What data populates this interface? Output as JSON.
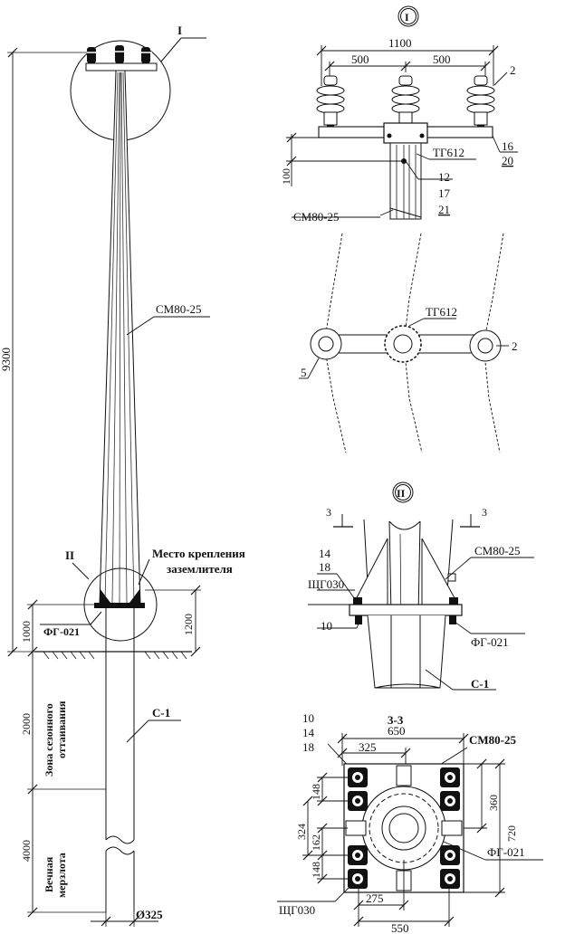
{
  "pole": {
    "total_height": "9300",
    "callout_1": "I",
    "callout_2": "II",
    "pole_mark": "СМ80-25",
    "ground_marker": "С-1",
    "grounding_place_line1": "Место крепления",
    "grounding_place_line2": "заземлителя",
    "flange_mark": "ФГ-021",
    "dim_1200": "1200",
    "dim_1000": "1000",
    "dim_2000": "2000",
    "dim_4000": "4000",
    "zone_thaw_line1": "Зона сезонного",
    "zone_thaw_line2": "оттаивания",
    "zone_perm_line1": "Вечная",
    "zone_perm_line2": "мерзлота",
    "diameter": "Ø325"
  },
  "detail_1": {
    "title": "I",
    "dim_total": "1100",
    "dim_left": "500",
    "dim_right": "500",
    "dim_100": "100",
    "pos_2": "2",
    "pos_16": "16",
    "pos_20": "20",
    "bracket": "ТГ612",
    "pos_12": "12",
    "pos_17": "17",
    "pos_21": "21",
    "pole_mark": "СМ80-25"
  },
  "plan_view": {
    "bracket": "ТГ612",
    "pos_5": "5",
    "pos_2": "2"
  },
  "detail_2": {
    "title": "II",
    "section_mark": "3",
    "pos_14": "14",
    "pos_18": "18",
    "plate": "ЩГ030",
    "pos_10": "10",
    "pole_mark": "СМ80-25",
    "flange_mark": "ФГ-021",
    "base_mark": "С-1"
  },
  "section_33": {
    "title": "3-3",
    "pos_10": "10",
    "pos_14": "14",
    "pos_18": "18",
    "dim_650": "650",
    "dim_325": "325",
    "pole_mark": "СМ80-25",
    "dim_148a": "148",
    "dim_360": "360",
    "dim_324": "324",
    "dim_162": "162",
    "dim_720": "720",
    "dim_148b": "148",
    "flange_mark": "ФГ-021",
    "plate": "ЩГ030",
    "dim_275": "275",
    "dim_550": "550"
  }
}
